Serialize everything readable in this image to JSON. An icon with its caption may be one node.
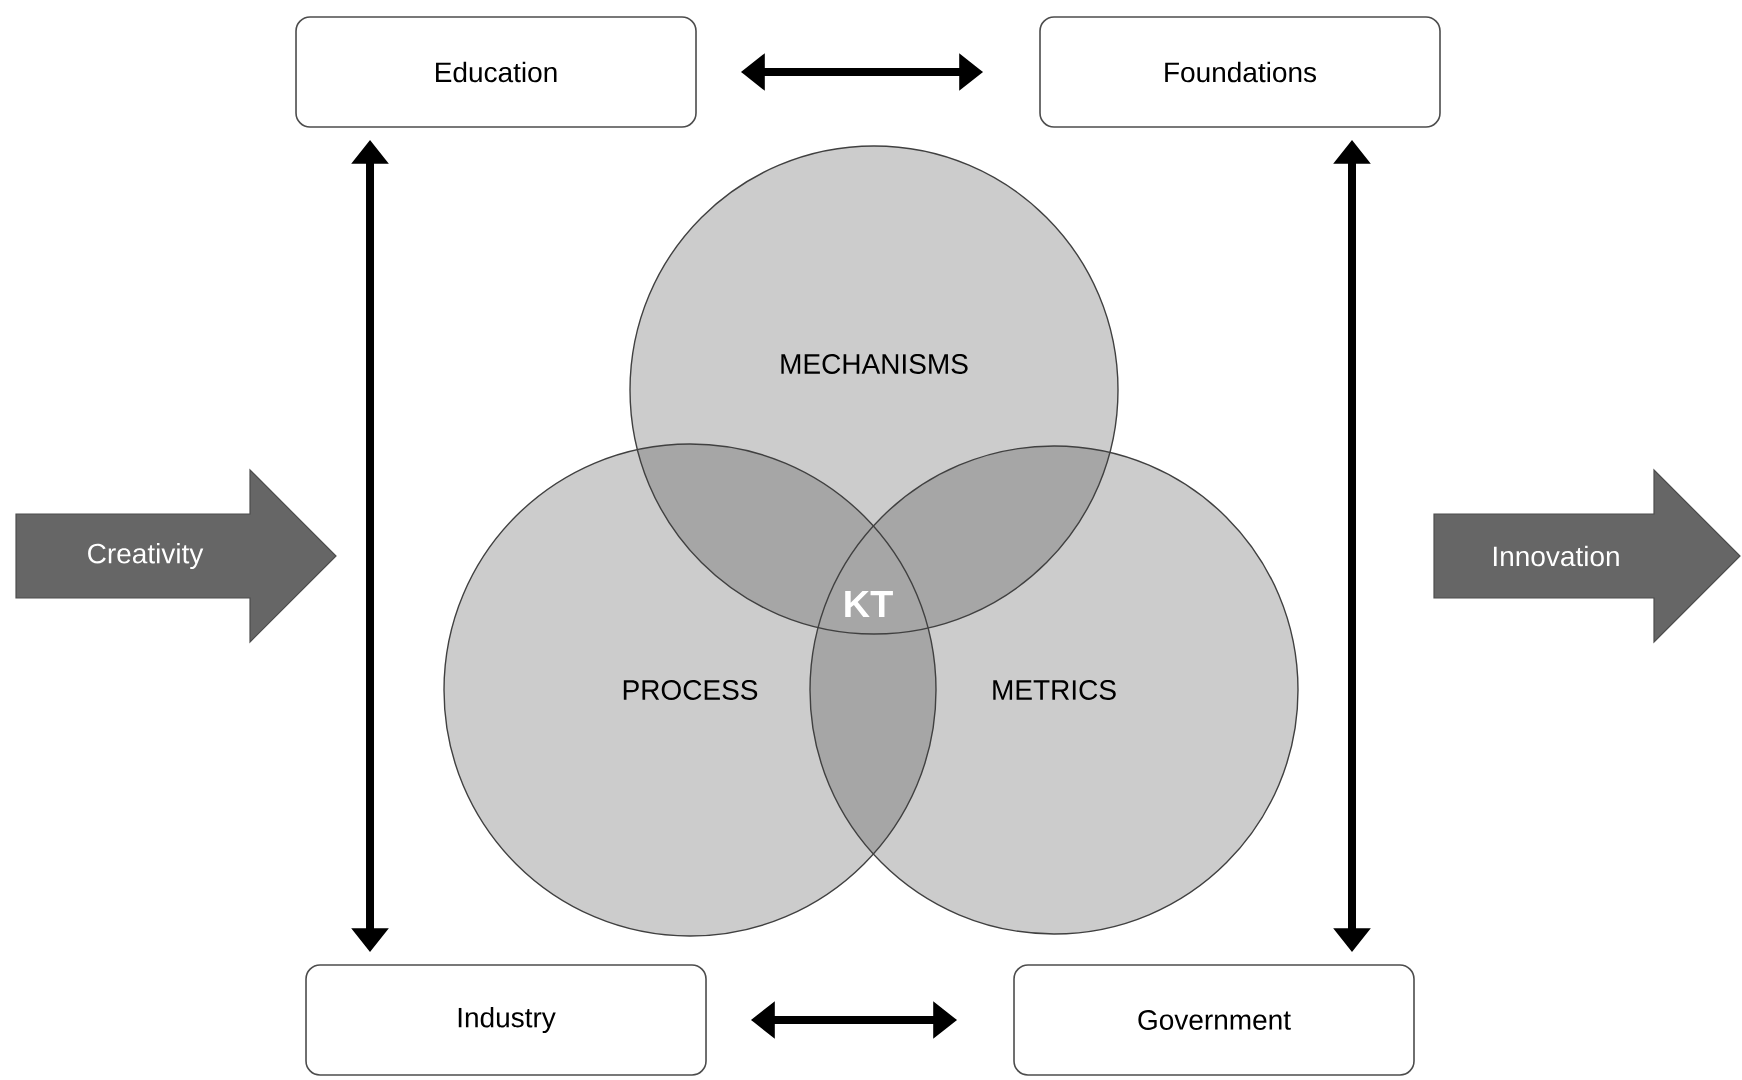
{
  "diagram": {
    "nodes": [
      {
        "text": [
          "Education"
        ]
      },
      {
        "text": [
          "Foundations"
        ]
      },
      {
        "text": [
          "Creativity"
        ]
      },
      {
        "text": [
          "MECHANISMS"
        ]
      },
      {
        "text": [
          "PROCESS"
        ]
      },
      {
        "text": [
          "METRICS"
        ]
      },
      {
        "text": [
          "Innovation"
        ]
      },
      {
        "text": [
          "Industry"
        ]
      },
      {
        "text": [
          "Government"
        ]
      }
    ],
    "edges": [
      {
        "from": 0,
        "to": 1,
        "arrow": "both"
      },
      {
        "from": 0,
        "to": 7,
        "arrow": "both"
      },
      {
        "from": 1,
        "to": 8,
        "arrow": "both"
      },
      {
        "from": 7,
        "to": 8,
        "arrow": "both"
      }
    ],
    "labels": [
      "KT"
    ]
  }
}
